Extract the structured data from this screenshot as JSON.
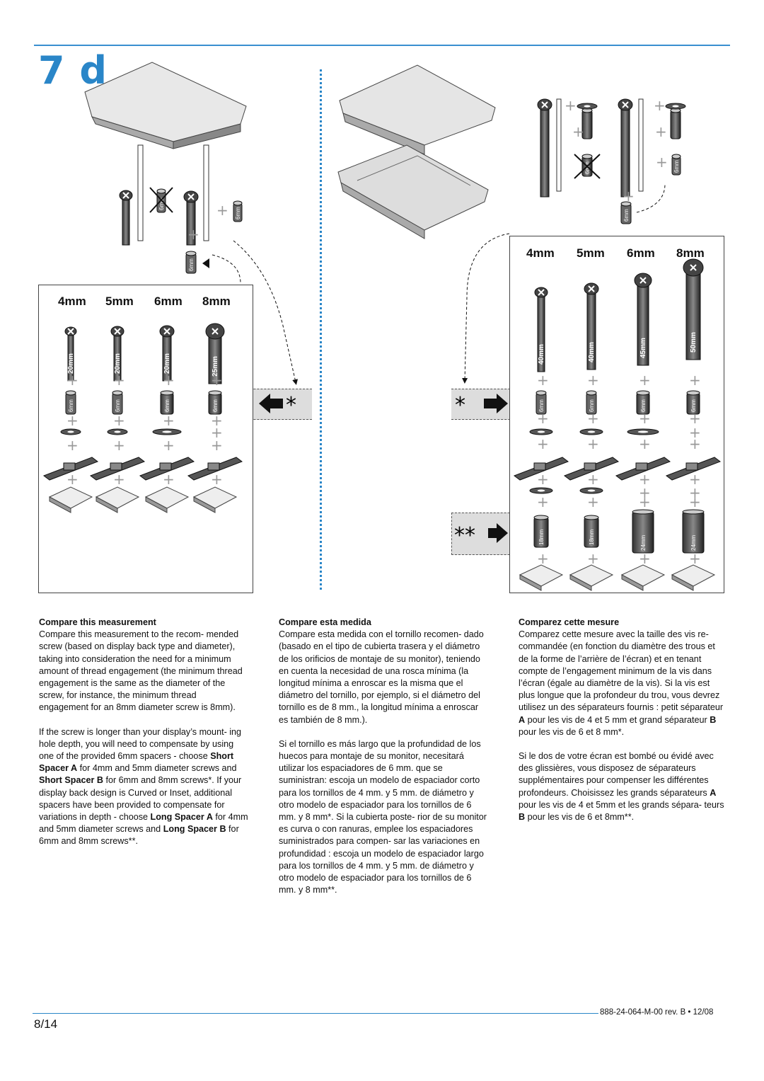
{
  "header": {
    "step_label": "7 d"
  },
  "left_panel": {
    "sizes": [
      "4mm",
      "5mm",
      "6mm",
      "8mm"
    ],
    "screw_lengths": [
      "20mm",
      "20mm",
      "20mm",
      "25mm"
    ],
    "spacer_label": "6mm"
  },
  "right_panel": {
    "sizes": [
      "4mm",
      "5mm",
      "6mm",
      "8mm"
    ],
    "screw_lengths": [
      "40mm",
      "40mm",
      "45mm",
      "50mm"
    ],
    "spacer_label": "6mm",
    "long_spacers": [
      "18mm",
      "18mm",
      "24mm",
      "24mm"
    ]
  },
  "markers": {
    "single": "*",
    "double": "**"
  },
  "col_en": {
    "heading": "Compare this measurement",
    "p1": "Compare this measurement to the recom- mended screw (based on display back type and diameter), taking into consideration the need for a minimum amount of thread engagement (the minimum thread engagement is the same as the diameter of the screw, for instance, the minimum thread engagement for an 8mm diameter screw is 8mm).",
    "p2_a": "If the screw is longer than your display’s mount- ing hole depth, you will need to compensate by using one of the provided 6mm spacers - choose ",
    "p2_b1": "Short Spacer A",
    "p2_c": " for 4mm and 5mm diameter screws and ",
    "p2_b2": "Short Spacer B",
    "p2_d": " for 6mm and 8mm screws*. If your display back design is Curved or Inset, additional spacers have been provided to compensate for variations in depth - choose ",
    "p2_b3": "Long Spacer A",
    "p2_e": " for 4mm and 5mm diameter screws and ",
    "p2_b4": "Long Spacer B",
    "p2_f": " for 6mm and 8mm screws**."
  },
  "col_es": {
    "heading": "Compare esta medida",
    "p1": "Compare esta medida con el tornillo recomen- dado (basado en el tipo de cubierta trasera y el diámetro de los orificios de montaje de su monitor), teniendo en cuenta la necesidad de una rosca mínima (la longitud mínima a enroscar es la misma que el diámetro del tornillo, por ejemplo, si el diámetro del tornillo es de 8 mm., la longitud mínima a enroscar es también de 8 mm.).",
    "p2": "Si el tornillo es más largo que la profundidad de los huecos para montaje de su monitor, necesitará utilizar los espaciadores de 6 mm. que se suministran: escoja un modelo de espaciador corto para los tornillos de 4 mm. y 5 mm. de diámetro y otro modelo de espaciador para los tornillos de 6 mm. y 8 mm*. Si la cubierta poste- rior de su monitor es curva o con ranuras, emplee los espaciadores suministrados para compen- sar las variaciones en profundidad : escoja un modelo de espaciador largo para los tornillos de 4 mm. y 5 mm. de diámetro y otro modelo de espaciador para los tornillos de 6 mm. y 8 mm**."
  },
  "col_fr": {
    "heading": "Comparez cette mesure",
    "p1_a": "Comparez cette mesure avec la taille des vis re- commandée (en fonction du diamètre des trous et de la forme de l’arrière de l’écran) et en tenant compte de l’engagement minimum de la vis dans l’écran (égale au diamètre de la vis). Si la vis est plus longue que la profondeur du trou, vous devrez utilisez un des séparateurs fournis : petit séparateur ",
    "p1_b1": "A",
    "p1_c": " pour les vis de 4 et 5 mm et grand séparateur ",
    "p1_b2": "B",
    "p1_d": " pour les vis de 6 et 8 mm*.",
    "p2_a": "Si le dos de votre écran est bombé ou évidé avec des glissières, vous disposez de séparateurs supplémentaires pour compenser les différentes profondeurs. Choisissez les grands séparateurs ",
    "p2_b1": "A",
    "p2_c": " pour les vis de 4 et 5mm et les grands sépara- teurs ",
    "p2_b2": "B",
    "p2_d": " pour les vis de 6 et 8mm**."
  },
  "footer": {
    "page": "8/14",
    "doc_id": "888-24-064-M-00 rev. B • 12/08"
  },
  "colors": {
    "accent": "#2a86c8",
    "band": "#dddddd"
  }
}
